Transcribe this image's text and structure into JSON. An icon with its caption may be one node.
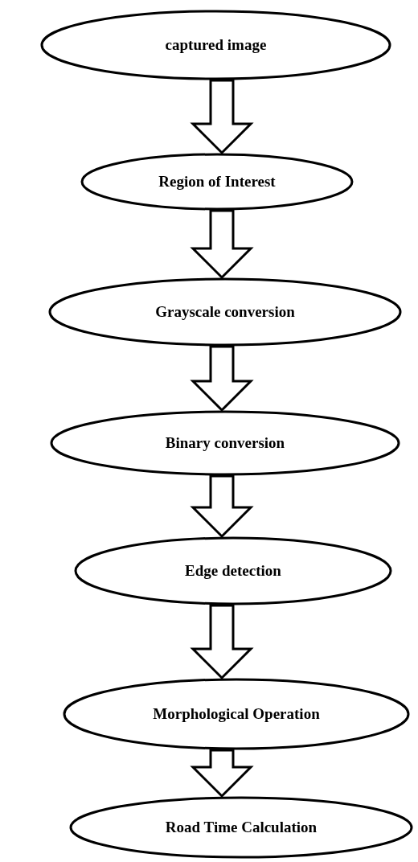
{
  "diagram": {
    "nodes": [
      {
        "text": [
          "captured image"
        ]
      },
      {
        "text": [
          "Region of Interest"
        ]
      },
      {
        "text": [
          "Grayscale conversion"
        ]
      },
      {
        "text": [
          "Binary conversion"
        ]
      },
      {
        "text": [
          "Edge detection"
        ]
      },
      {
        "text": [
          "Morphological Operation"
        ]
      },
      {
        "text": [
          "Road Time Calculation"
        ]
      }
    ],
    "edges": [
      {
        "from": 0,
        "to": 1,
        "arrow": "to"
      },
      {
        "from": 1,
        "to": 2,
        "arrow": "to"
      },
      {
        "from": 2,
        "to": 3,
        "arrow": "to"
      },
      {
        "from": 3,
        "to": 4,
        "arrow": "to"
      },
      {
        "from": 4,
        "to": 5,
        "arrow": "to"
      },
      {
        "from": 5,
        "to": 6,
        "arrow": "to"
      }
    ]
  }
}
